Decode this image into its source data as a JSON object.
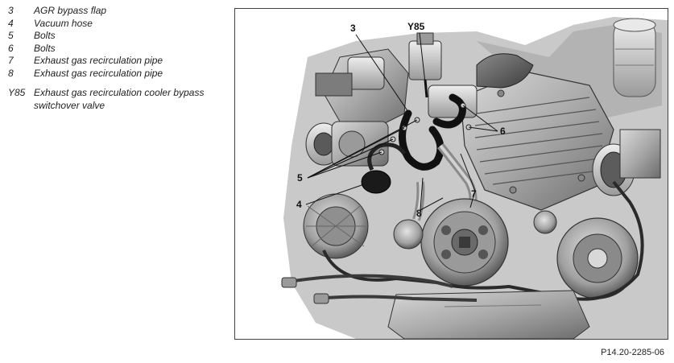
{
  "legend": [
    {
      "key": "3",
      "text": "AGR bypass flap"
    },
    {
      "key": "4",
      "text": "Vacuum hose"
    },
    {
      "key": "5",
      "text": "Bolts"
    },
    {
      "key": "6",
      "text": "Bolts"
    },
    {
      "key": "7",
      "text": "Exhaust gas recirculation pipe"
    },
    {
      "key": "8",
      "text": "Exhaust gas recirculation pipe"
    },
    {
      "key": "Y85",
      "text": "Exhaust gas recirculation cooler bypass switchover valve"
    }
  ],
  "callouts": {
    "c3": "3",
    "cY85": "Y85",
    "c6": "6",
    "c5": "5",
    "c4": "4",
    "c7": "7",
    "c8": "8"
  },
  "figure_id": "P14.20-2285-06"
}
